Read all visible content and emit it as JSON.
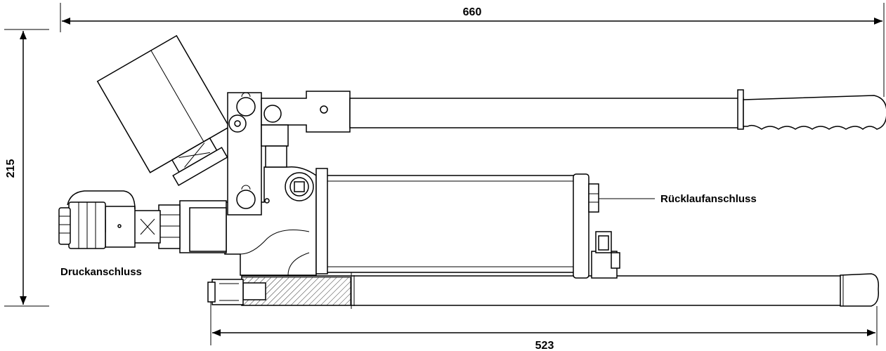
{
  "dimensions": {
    "overall_length": "660",
    "height": "215",
    "base_length": "523"
  },
  "labels": {
    "pressure_port": "Druckanschluss",
    "return_port": "Rücklaufanschluss"
  },
  "colors": {
    "line": "#000000",
    "background": "#ffffff"
  }
}
